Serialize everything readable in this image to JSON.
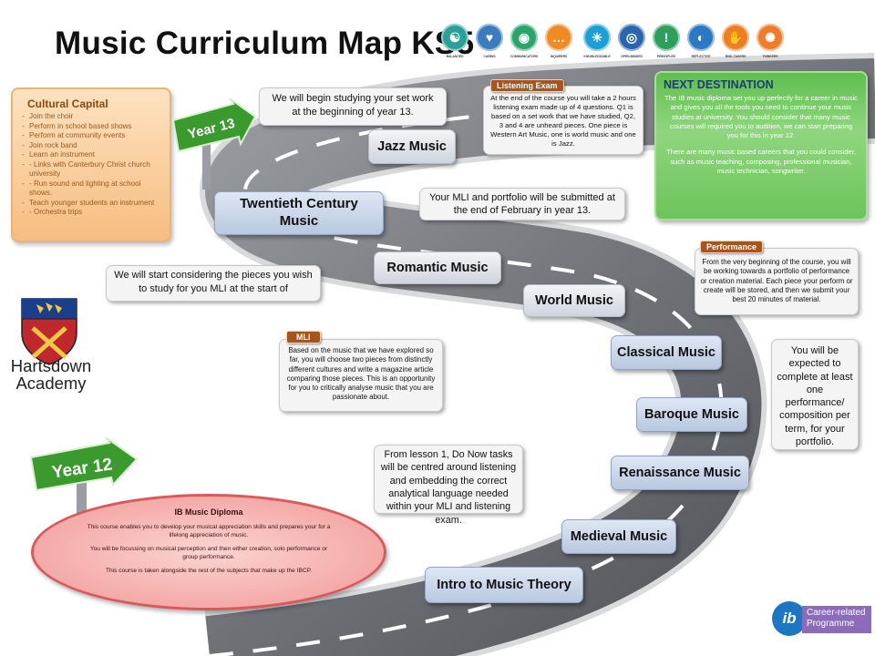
{
  "title": "Music Curriculum Map KS5",
  "learner_profile": [
    {
      "label": "BALANCED",
      "icon": "balanced-icon",
      "color": "#2aa198",
      "glyph": "☯"
    },
    {
      "label": "CARING",
      "icon": "caring-icon",
      "color": "#3a7dbf",
      "glyph": "♥"
    },
    {
      "label": "COMMUNICATORS",
      "icon": "communicators-icon",
      "color": "#27a56a",
      "glyph": "◉"
    },
    {
      "label": "INQUIRERS",
      "icon": "inquirers-icon",
      "color": "#f08a24",
      "glyph": "…"
    },
    {
      "label": "KNOWLEDGABLE",
      "icon": "knowledgable-icon",
      "color": "#1a9fd6",
      "glyph": "☀"
    },
    {
      "label": "OPEN-MINDED",
      "icon": "open-minded-icon",
      "color": "#2a66b0",
      "glyph": "◎"
    },
    {
      "label": "PRINCIPLED",
      "icon": "principled-icon",
      "color": "#2ca05a",
      "glyph": "!"
    },
    {
      "label": "REFLECTIVE",
      "icon": "reflective-icon",
      "color": "#2b78c4",
      "glyph": "◐"
    },
    {
      "label": "RISK-TAKERS",
      "icon": "risk-takers-icon",
      "color": "#ef7d22",
      "glyph": "✋"
    },
    {
      "label": "THINKERS",
      "icon": "thinkers-icon",
      "color": "#f07c2a",
      "glyph": "✺"
    }
  ],
  "cultural_capital": {
    "heading": "Cultural Capital",
    "items": [
      "Join the choir",
      "Perform in school based shows",
      "Perform at community events",
      "Join rock band",
      "Learn an instrument",
      "- Links with Canterbury Christ church university",
      "- Run sound and lighting at school shows.",
      "Teach younger students an instrument",
      "- Orchestra trips"
    ]
  },
  "signs": {
    "year13": "Year 13",
    "year12": "Year 12"
  },
  "boxes": {
    "set_work": "We will begin studying your set work at the beginning of year 13.",
    "mli_portfolio": "Your MLI and portfolio will be submitted at the end of February in year 13.",
    "mli_start": "We will start considering the pieces you wish to study for you MLI at the start of",
    "lesson1": "From lesson 1, Do Now tasks will be centred around listening and embedding the correct analytical language needed within your MLI and listening exam.",
    "performance_term": "You will be expected to complete at least one performance/ composition per term, for your portfolio."
  },
  "listening": {
    "tag": "Listening Exam",
    "text": "At the end of the course you will take a 2 hours listening exam made up of 4 questions.  Q1 is based on a set work that we have studied,  Q2, 3 and 4 are unheard pieces.  One piece is Western Art Music, one is world music and one is Jazz."
  },
  "next_destination": {
    "heading": "NEXT DESTINATION",
    "p1": "The IB music diploma set you up perfectly for a career in music and gives you all the tools you need to continue your music studies at university. You should consider that many music courses will required you to audition, we can start preparing you for this in year 12.",
    "p2": "There are many music based careers that you could consider, such as music teaching, composing, professional musician, music technician, songwriter."
  },
  "performance": {
    "tag": "Performance",
    "text": "From the very beginning of the course, you will be working towards a portfolio of performance or creation material.  Each piece your perform or create will be stored, and then we submit your best 20 minutes of material."
  },
  "mli": {
    "tag": "MLI",
    "text": "Based on the music that we have explored so far, you will choose two pieces from distinctly different cultures and write a magazine article comparing those pieces. This is an opportunity for you to critically analyse music that you are passionate about."
  },
  "stops": {
    "jazz": "Jazz Music",
    "twentieth": "Twentieth Century Music",
    "romantic": "Romantic Music",
    "world": "World Music",
    "classical": "Classical Music",
    "baroque": "Baroque Music",
    "renaissance": "Renaissance Music",
    "medieval": "Medieval Music",
    "intro": "Intro to Music Theory"
  },
  "ib_diploma": {
    "heading": "IB Music Diploma",
    "p1": "This course enables you to develop your musical appreciation skills and prepares your for a lifelong appreciation of music.",
    "p2": "You will be focussing on musical perception and then either creation, solo performance or group performance.",
    "p3": "This course is taken alongside the rest of the subjects that make up the IBCP."
  },
  "school": {
    "line1": "Hartsdown",
    "line2": "Academy"
  },
  "ib_logo": {
    "mark": "ib",
    "text": "Career-related Programme"
  }
}
